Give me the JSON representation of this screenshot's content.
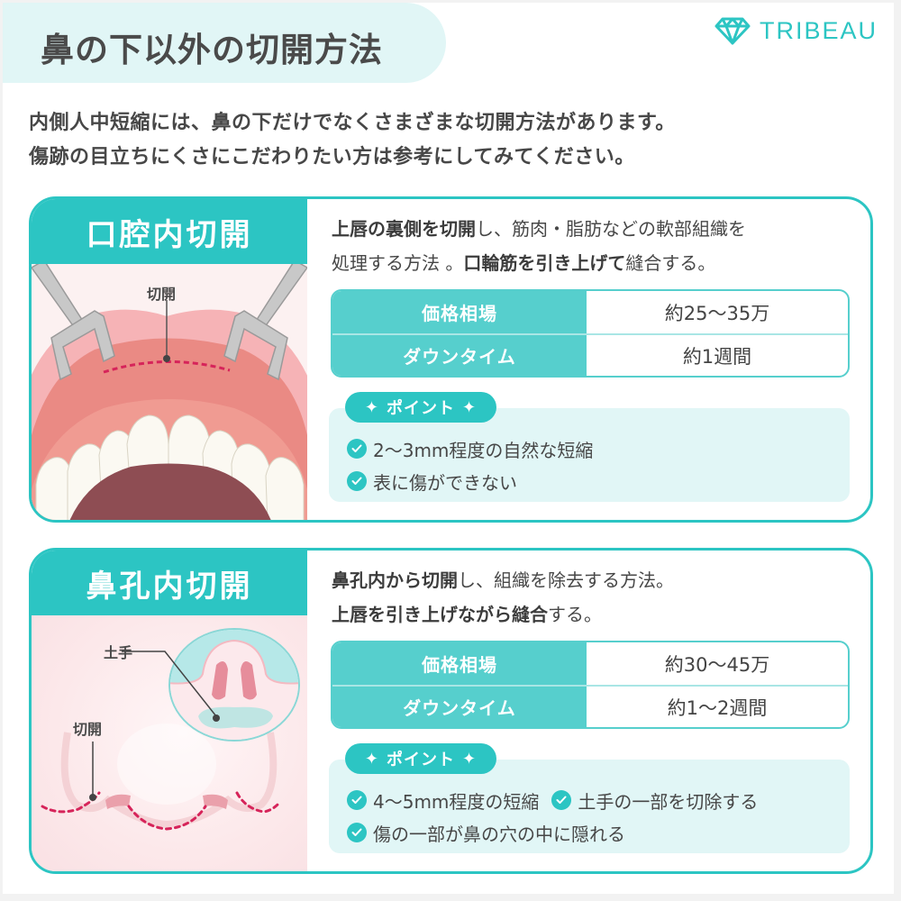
{
  "header": {
    "title": "鼻の下以外の切開方法",
    "logo_text": "TRIBEAU",
    "logo_icon": "diamond-icon",
    "brand_color": "#2cc5c3"
  },
  "intro": {
    "line1": "内側人中短縮には、鼻の下だけでなくさまざまな切開方法があります。",
    "line2": "傷跡の目立ちにくさにこだわりたい方は参考にしてみてください。"
  },
  "methods": [
    {
      "title": "口腔内切開",
      "illustration": {
        "type": "mouth-illustration",
        "labels": [
          "切開"
        ]
      },
      "description": {
        "line1": [
          {
            "text": "上唇の裏側を切開",
            "bold": true
          },
          {
            "text": "し、筋肉・脂肪などの軟部組織を",
            "bold": false
          }
        ],
        "line2": [
          {
            "text": "処理する方法 。",
            "bold": false
          },
          {
            "text": "口輪筋を引き上げて",
            "bold": true
          },
          {
            "text": "縫合する。",
            "bold": false
          }
        ]
      },
      "table": [
        {
          "label": "価格相場",
          "value": "約25〜35万"
        },
        {
          "label": "ダウンタイム",
          "value": "約1週間"
        }
      ],
      "point_badge": "ポイント",
      "points": [
        [
          "2〜3mm程度の自然な短縮"
        ],
        [
          "表に傷ができない"
        ]
      ]
    },
    {
      "title": "鼻孔内切開",
      "illustration": {
        "type": "nose-illustration",
        "labels": [
          "土手",
          "切開"
        ]
      },
      "description": {
        "line1": [
          {
            "text": "鼻孔内から切開",
            "bold": true
          },
          {
            "text": "し、組織を除去する方法。",
            "bold": false
          }
        ],
        "line2": [
          {
            "text": "上唇を引き上げながら縫合",
            "bold": true
          },
          {
            "text": "する。",
            "bold": false
          }
        ]
      },
      "table": [
        {
          "label": "価格相場",
          "value": "約30〜45万"
        },
        {
          "label": "ダウンタイム",
          "value": "約1〜2週間"
        }
      ],
      "point_badge": "ポイント",
      "points": [
        [
          "4〜5mm程度の短縮",
          "土手の一部を切除する"
        ],
        [
          "傷の一部が鼻の穴の中に隠れる"
        ]
      ]
    }
  ],
  "colors": {
    "teal": "#2cc5c3",
    "teal_light": "#56cfcd",
    "point_bg": "#e1f6f6",
    "title_bg": "#e1f6f6",
    "incision_red": "#d6245a"
  }
}
